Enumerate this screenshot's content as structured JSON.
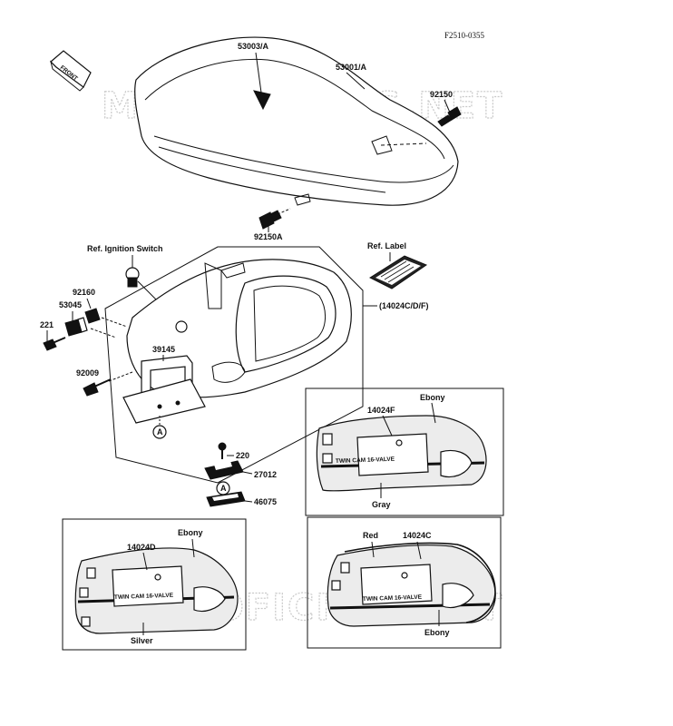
{
  "figure_code": "F2510-0355",
  "front_arrow": "FRONT",
  "watermark": "MICROFICHES.NET",
  "seat": {
    "seat_assy": "53001/A",
    "seat_part": "53003/A",
    "bolt_rear": "92150",
    "bolt_front": "92150A"
  },
  "refs": {
    "ignition_switch": "Ref. Ignition Switch",
    "label": "Ref. Label"
  },
  "cowl": {
    "cover_group": "(14024C/D/F)",
    "bracket": "39145",
    "screw_221": "221",
    "part_92160": "92160",
    "part_53045": "53045",
    "screw_92009": "92009",
    "circle_mark": "A"
  },
  "fastener_stack": {
    "bolt": "220",
    "damper": "27012",
    "bracket": "46075",
    "circle_mark": "A"
  },
  "variants": [
    {
      "part": "14024F",
      "color_top": "Ebony",
      "color_bottom": "Gray",
      "decal": "TWIN CAM 16-VALVE"
    },
    {
      "part": "14024D",
      "color_top": "Ebony",
      "color_bottom": "Silver",
      "decal": "TWIN CAM 16-VALVE"
    },
    {
      "part": "14024C",
      "color_top": "Red",
      "color_bottom": "Ebony",
      "decal": "TWIN CAM 16-VALVE"
    }
  ]
}
